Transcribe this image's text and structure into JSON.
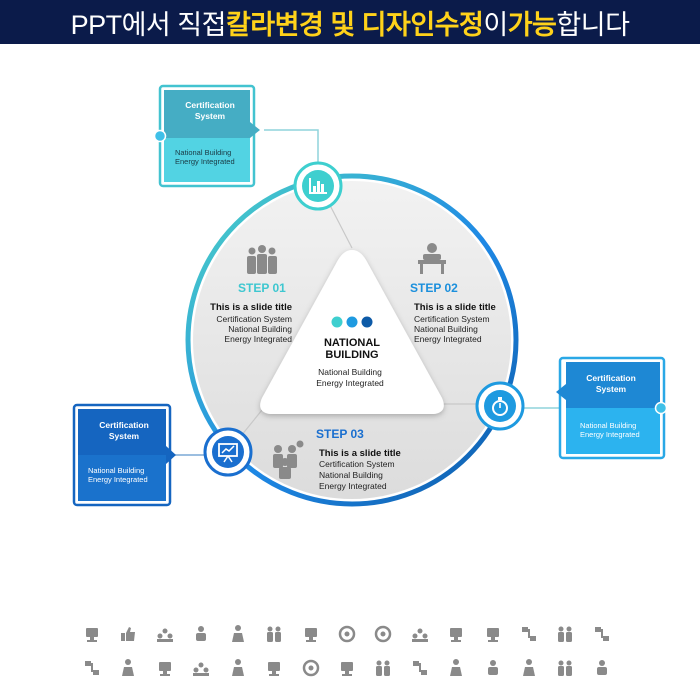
{
  "banner": {
    "part1": "PPT에서 직접 ",
    "part2": "칼라변경 및 디자인수정",
    "part3": "이 ",
    "part4": "가능",
    "part5": "합니다"
  },
  "center": {
    "title_line1": "NATIONAL",
    "title_line2": "BUILDING",
    "sub_line1": "National Building",
    "sub_line2": "Energy Integrated"
  },
  "steps": [
    {
      "label": "STEP 01",
      "title": "This is a slide title",
      "line1": "Certification System",
      "line2": "National Building",
      "line3": "Energy Integrated"
    },
    {
      "label": "STEP 02",
      "title": "This is a slide title",
      "line1": "Certification System",
      "line2": "National Building",
      "line3": "Energy Integrated"
    },
    {
      "label": "STEP 03",
      "title": "This is a slide title",
      "line1": "Certification System",
      "line2": "National Building",
      "line3": "Energy Integrated"
    }
  ],
  "callouts": [
    {
      "title1": "Certification",
      "title2": "System",
      "body1": "National Building",
      "body2": "Energy Integrated"
    },
    {
      "title1": "Certification",
      "title2": "System",
      "body1": "National Building",
      "body2": "Energy Integrated"
    },
    {
      "title1": "Certification",
      "title2": "System",
      "body1": "National Building",
      "body2": "Energy Integrated"
    }
  ],
  "colors": {
    "banner_bg": "#0b1b4a",
    "banner_highlight": "#ffd21a",
    "teal": "#3ecfcf",
    "blue": "#1e88e5",
    "navy": "#0d5aa7",
    "step_text": "#1a9be0"
  },
  "node_icons": [
    "bar-chart-icon",
    "stopwatch-icon",
    "presentation-board-icon"
  ],
  "step_icons": [
    "team-icon",
    "meeting-icon",
    "group-presentation-icon"
  ],
  "icon_strip": {
    "row1": [
      "airport-icon",
      "thumbs-up-icon",
      "team-icon",
      "flashlight-icon",
      "gear-icon",
      "worker-icon",
      "cycle-icon",
      "handshake-icon",
      "growth-icon",
      "monitor-icon",
      "flowchart-icon",
      "person-icon",
      "group-icon",
      "search-icon",
      "network-icon"
    ],
    "row2": [
      "user-desk-icon",
      "meeting-table-icon",
      "hierarchy-icon",
      "presenter-icon",
      "chart-person-icon",
      "user-add-icon",
      "organization-icon",
      "conference-icon",
      "board-icon",
      "podium-icon",
      "connection-icon",
      "globe-hand-icon",
      "flag-icon",
      "mobile-icon",
      "time-idea-icon"
    ]
  }
}
